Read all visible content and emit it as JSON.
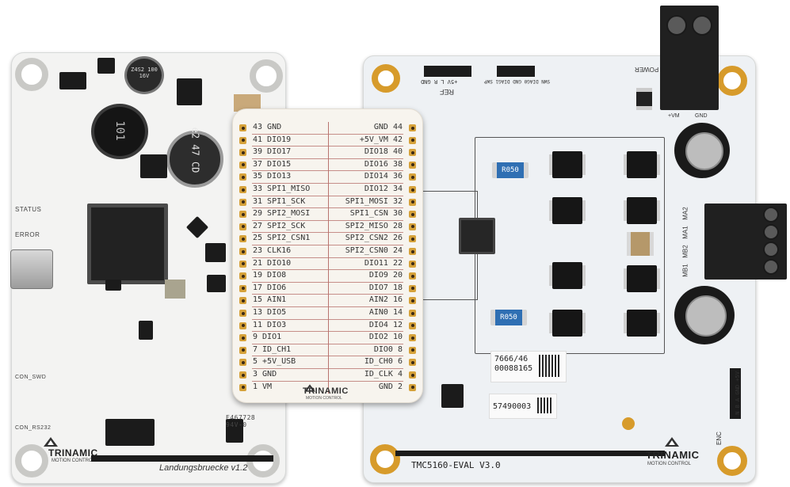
{
  "left_board": {
    "brand": "TRINAMIC",
    "brand_sub": "MOTION CONTROL",
    "name": "Landungsbruecke v1.2",
    "labels": {
      "status": "STATUS",
      "error": "ERROR",
      "con_swd": "CON_SWD",
      "con_rs232": "CON_RS232",
      "inductor_value": "101",
      "diode_text": "Z4S2 100 16V",
      "cap_text": "e2 47 CD",
      "cert": "E467728 94V-0"
    }
  },
  "bridge": {
    "brand": "TRINAMIC",
    "brand_sub": "MOTION CONTROL",
    "pins": [
      {
        "ln": "43",
        "lt": "GND",
        "rt": "GND",
        "rn": "44"
      },
      {
        "ln": "41",
        "lt": "DIO19",
        "rt": "+5V_VM",
        "rn": "42"
      },
      {
        "ln": "39",
        "lt": "DIO17",
        "rt": "DIO18",
        "rn": "40"
      },
      {
        "ln": "37",
        "lt": "DIO15",
        "rt": "DIO16",
        "rn": "38"
      },
      {
        "ln": "35",
        "lt": "DIO13",
        "rt": "DIO14",
        "rn": "36"
      },
      {
        "ln": "33",
        "lt": "SPI1_MISO",
        "rt": "DIO12",
        "rn": "34"
      },
      {
        "ln": "31",
        "lt": "SPI1_SCK",
        "rt": "SPI1_MOSI",
        "rn": "32"
      },
      {
        "ln": "29",
        "lt": "SPI2_MOSI",
        "rt": "SPI1_CSN",
        "rn": "30"
      },
      {
        "ln": "27",
        "lt": "SPI2_SCK",
        "rt": "SPI2_MISO",
        "rn": "28"
      },
      {
        "ln": "25",
        "lt": "SPI2_CSN1",
        "rt": "SPI2_CSN2",
        "rn": "26"
      },
      {
        "ln": "23",
        "lt": "CLK16",
        "rt": "SPI2_CSN0",
        "rn": "24"
      },
      {
        "ln": "21",
        "lt": "DIO10",
        "rt": "DIO11",
        "rn": "22"
      },
      {
        "ln": "19",
        "lt": "DIO8",
        "rt": "DIO9",
        "rn": "20"
      },
      {
        "ln": "17",
        "lt": "DIO6",
        "rt": "DIO7",
        "rn": "18"
      },
      {
        "ln": "15",
        "lt": "AIN1",
        "rt": "AIN2",
        "rn": "16"
      },
      {
        "ln": "13",
        "lt": "DIO5",
        "rt": "AIN0",
        "rn": "14"
      },
      {
        "ln": "11",
        "lt": "DIO3",
        "rt": "DIO4",
        "rn": "12"
      },
      {
        "ln": "9",
        "lt": "DIO1",
        "rt": "DIO2",
        "rn": "10"
      },
      {
        "ln": "7",
        "lt": "ID_CH1",
        "rt": "DIO0",
        "rn": "8"
      },
      {
        "ln": "5",
        "lt": "+5V_USB",
        "rt": "ID_CH0",
        "rn": "6"
      },
      {
        "ln": "3",
        "lt": "GND",
        "rt": "ID_CLK",
        "rn": "4"
      },
      {
        "ln": "1",
        "lt": "VM",
        "rt": "GND",
        "rn": "2"
      }
    ]
  },
  "right_board": {
    "name": "TMC5160-EVAL V3.0",
    "brand": "TRINAMIC",
    "brand_sub": "MOTION CONTROL",
    "power": "POWER",
    "vm": "+VM",
    "gnd": "GND",
    "ref": "REF",
    "header_left": "+5V L R GND",
    "header_right": "SWN DIAG0 GND DIAG1 SWP",
    "motor_pins": [
      "MA2",
      "MA1",
      "MB2",
      "MB1"
    ],
    "enc": "ENC",
    "enc_pins": "N B A GND +5V",
    "resistor_label": "R050",
    "sticker1_line1": "7666/46",
    "sticker1_line2": "00088165",
    "sticker2": "57490003"
  }
}
